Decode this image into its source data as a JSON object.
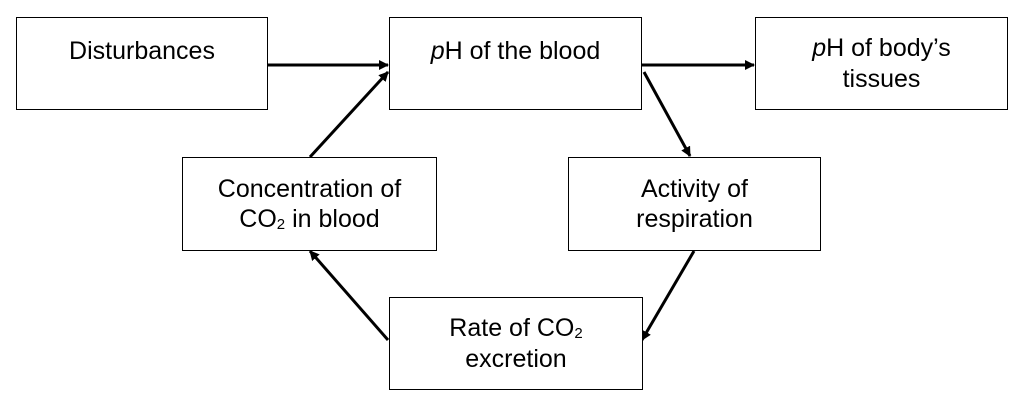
{
  "nodes": {
    "disturbances": {
      "lines": [
        {
          "text": "Disturbances"
        }
      ]
    },
    "ph_blood": {
      "lines": [
        {
          "italic": "p",
          "text": "H of the blood"
        }
      ]
    },
    "ph_tissues": {
      "lines": [
        {
          "italic": "p",
          "text": "H of body’s"
        },
        {
          "text": "tissues"
        }
      ]
    },
    "activity_respiration": {
      "lines": [
        {
          "text": "Activity of"
        },
        {
          "text": "respiration"
        }
      ]
    },
    "rate_excretion": {
      "lines": [
        {
          "text": "Rate of CO",
          "sub": "2"
        },
        {
          "text": "excretion"
        }
      ]
    },
    "concentration_co2": {
      "lines": [
        {
          "text": "Concentration of"
        },
        {
          "text": "CO",
          "sub": "2",
          "after": " in blood"
        }
      ]
    }
  },
  "edges": [
    {
      "from": "disturbances",
      "to": "ph_blood"
    },
    {
      "from": "ph_blood",
      "to": "ph_tissues"
    },
    {
      "from": "ph_blood",
      "to": "activity_respiration"
    },
    {
      "from": "activity_respiration",
      "to": "rate_excretion"
    },
    {
      "from": "rate_excretion",
      "to": "concentration_co2"
    },
    {
      "from": "concentration_co2",
      "to": "ph_blood"
    }
  ],
  "colors": {
    "stroke": "#000000",
    "background": "#ffffff"
  }
}
